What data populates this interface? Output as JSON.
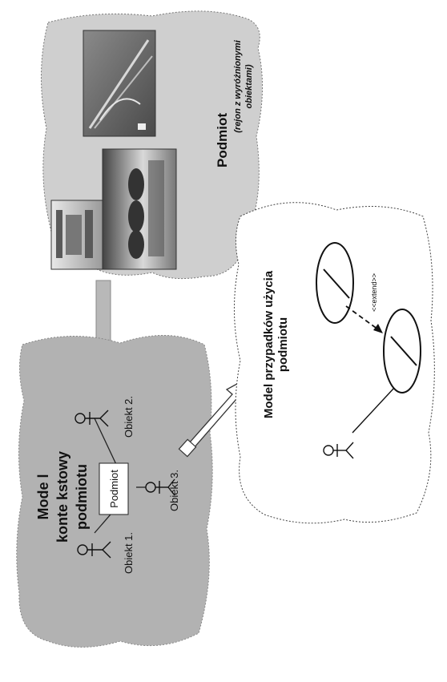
{
  "context_model": {
    "title_line1": "Mode l",
    "title_line2": "konte kstowy",
    "title_line3": "podmiotu",
    "center_box": "Podmiot",
    "objects": [
      "Obiekt 1.",
      "Obiekt 2.",
      "Obiekt 3."
    ]
  },
  "subject_region": {
    "title": "Podmiot",
    "subtitle_line1": "(rejon z wyróżnionymi",
    "subtitle_line2": "obiektami)"
  },
  "use_case_model": {
    "title_line1": "Model przypadków użycia",
    "title_line2": "podmiotu",
    "stereotype": "<<extend>>"
  },
  "colors": {
    "context_cloud": "#b2b2b2",
    "subject_cloud": "#cfcfcf",
    "connector": "#b8b8b8",
    "ink": "#111111"
  }
}
